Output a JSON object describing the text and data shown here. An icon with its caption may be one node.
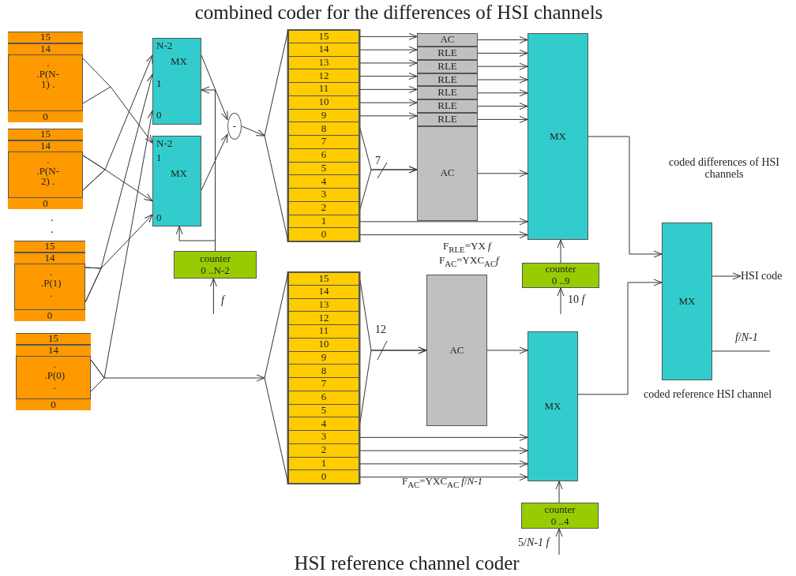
{
  "diagram": {
    "title": "combined coder for the differences of HSI channels",
    "caption": "HSI reference channel coder",
    "nodes": [
      {
        "text": [
          ". .P(N-1) ."
        ]
      },
      {
        "text": [
          "15"
        ],
        "in": 0
      },
      {
        "text": [
          "14"
        ],
        "in": 0
      },
      {
        "text": [
          "0"
        ],
        "in": 0
      },
      {
        "text": [
          ". .P(N-2) ."
        ]
      },
      {
        "text": [
          "15"
        ],
        "in": 4
      },
      {
        "text": [
          "14"
        ],
        "in": 4
      },
      {
        "text": [
          "0"
        ],
        "in": 4
      },
      {
        "text": [
          ". .P(1) ."
        ]
      },
      {
        "text": [
          "15"
        ],
        "in": 8
      },
      {
        "text": [
          "14"
        ],
        "in": 8
      },
      {
        "text": [
          "0"
        ],
        "in": 8
      },
      {
        "text": [
          ". .P(0) ."
        ]
      },
      {
        "text": [
          "15"
        ],
        "in": 12
      },
      {
        "text": [
          "14"
        ],
        "in": 12
      },
      {
        "text": [
          "0"
        ],
        "in": 12
      },
      {
        "text": [
          "N-2",
          "MX",
          "1",
          "0"
        ]
      },
      {
        "text": [
          "N-2",
          "1",
          "MX",
          "0"
        ]
      },
      {
        "text": [
          "counter",
          "0 ..N-2"
        ]
      },
      {
        "text": [
          "-"
        ]
      },
      {
        "text": [],
        "shape": "box"
      },
      {
        "text": [
          "15"
        ],
        "in": 20
      },
      {
        "text": [
          "14"
        ],
        "in": 20
      },
      {
        "text": [
          "13"
        ],
        "in": 20
      },
      {
        "text": [
          "12"
        ],
        "in": 20
      },
      {
        "text": [
          "11"
        ],
        "in": 20
      },
      {
        "text": [
          "10"
        ],
        "in": 20
      },
      {
        "text": [
          "9"
        ],
        "in": 20
      },
      {
        "text": [
          "8"
        ],
        "in": 20
      },
      {
        "text": [
          "7"
        ],
        "in": 20
      },
      {
        "text": [
          "6"
        ],
        "in": 20
      },
      {
        "text": [
          "5"
        ],
        "in": 20
      },
      {
        "text": [
          "4"
        ],
        "in": 20
      },
      {
        "text": [
          "3"
        ],
        "in": 20
      },
      {
        "text": [
          "2"
        ],
        "in": 20
      },
      {
        "text": [
          "1"
        ],
        "in": 20
      },
      {
        "text": [
          "0"
        ],
        "in": 20
      },
      {
        "text": [
          "AC"
        ]
      },
      {
        "text": [
          "RLE"
        ]
      },
      {
        "text": [
          "RLE"
        ]
      },
      {
        "text": [
          "RLE"
        ]
      },
      {
        "text": [
          "RLE"
        ]
      },
      {
        "text": [
          "RLE"
        ]
      },
      {
        "text": [
          "RLE"
        ]
      },
      {
        "text": [
          "AC"
        ]
      },
      {
        "text": [
          "MX"
        ]
      },
      {
        "text": [
          "counter",
          "0 ..9"
        ]
      },
      {
        "text": [],
        "shape": "box"
      },
      {
        "text": [
          "15"
        ],
        "in": 47
      },
      {
        "text": [
          "14"
        ],
        "in": 47
      },
      {
        "text": [
          "13"
        ],
        "in": 47
      },
      {
        "text": [
          "12"
        ],
        "in": 47
      },
      {
        "text": [
          "11"
        ],
        "in": 47
      },
      {
        "text": [
          "10"
        ],
        "in": 47
      },
      {
        "text": [
          "9"
        ],
        "in": 47
      },
      {
        "text": [
          "8"
        ],
        "in": 47
      },
      {
        "text": [
          "7"
        ],
        "in": 47
      },
      {
        "text": [
          "6"
        ],
        "in": 47
      },
      {
        "text": [
          "5"
        ],
        "in": 47
      },
      {
        "text": [
          "4"
        ],
        "in": 47
      },
      {
        "text": [
          "3"
        ],
        "in": 47
      },
      {
        "text": [
          "2"
        ],
        "in": 47
      },
      {
        "text": [
          "1"
        ],
        "in": 47
      },
      {
        "text": [
          "0"
        ],
        "in": 47
      },
      {
        "text": [
          "AC"
        ]
      },
      {
        "text": [
          "MX"
        ]
      },
      {
        "text": [
          "counter",
          "0 ..4"
        ]
      },
      {
        "text": [
          "MX"
        ]
      },
      {
        "text": [
          "HSI code"
        ]
      }
    ],
    "edges": [
      {
        "from": 0,
        "to": 17,
        "arrow": "to"
      },
      {
        "from": 4,
        "to": 16,
        "arrow": "to"
      },
      {
        "from": 4,
        "to": 17,
        "arrow": "to"
      },
      {
        "from": 8,
        "to": 16,
        "arrow": "to"
      },
      {
        "from": 8,
        "to": 17,
        "arrow": "to"
      },
      {
        "from": 12,
        "to": 16,
        "arrow": "to"
      },
      {
        "from": 12,
        "to": 47,
        "arrow": "to"
      },
      {
        "from": null,
        "to": 18,
        "arrow": "to",
        "label": "*f*"
      },
      {
        "from": 18,
        "to": 16,
        "arrow": "to"
      },
      {
        "from": 18,
        "to": 17,
        "arrow": "to"
      },
      {
        "from": 16,
        "to": 19,
        "arrow": "to"
      },
      {
        "from": 17,
        "to": 19,
        "arrow": "to"
      },
      {
        "from": 19,
        "to": 20,
        "arrow": "to"
      },
      {
        "from": 21,
        "to": 37,
        "arrow": "to"
      },
      {
        "from": 22,
        "to": 38,
        "arrow": "to"
      },
      {
        "from": 23,
        "to": 39,
        "arrow": "to"
      },
      {
        "from": 24,
        "to": 40,
        "arrow": "to"
      },
      {
        "from": 25,
        "to": 41,
        "arrow": "to"
      },
      {
        "from": 26,
        "to": 42,
        "arrow": "to"
      },
      {
        "from": 27,
        "to": 43,
        "arrow": "to"
      },
      {
        "from": 28,
        "to": 44,
        "arrow": "to",
        "label": "7"
      },
      {
        "from": 34,
        "to": 44,
        "arrow": "to"
      },
      {
        "from": 35,
        "to": 45,
        "arrow": "to"
      },
      {
        "from": 36,
        "to": 45,
        "arrow": "to"
      },
      {
        "from": 37,
        "to": 45,
        "arrow": "to"
      },
      {
        "from": 38,
        "to": 45,
        "arrow": "to"
      },
      {
        "from": 39,
        "to": 45,
        "arrow": "to"
      },
      {
        "from": 40,
        "to": 45,
        "arrow": "to"
      },
      {
        "from": 41,
        "to": 45,
        "arrow": "to"
      },
      {
        "from": 42,
        "to": 45,
        "arrow": "to"
      },
      {
        "from": 43,
        "to": 45,
        "arrow": "to"
      },
      {
        "from": 44,
        "to": 45,
        "arrow": "to"
      },
      {
        "from": null,
        "to": 46,
        "arrow": "to",
        "label": "10 *f*"
      },
      {
        "from": 46,
        "to": 45,
        "arrow": "to"
      },
      {
        "from": 45,
        "to": 67,
        "arrow": "to"
      },
      {
        "from": 48,
        "to": 64,
        "arrow": "to",
        "label": "12"
      },
      {
        "from": 59,
        "to": 64,
        "arrow": "to"
      },
      {
        "from": 60,
        "to": 65,
        "arrow": "to"
      },
      {
        "from": 61,
        "to": 65,
        "arrow": "to"
      },
      {
        "from": 62,
        "to": 65,
        "arrow": "to"
      },
      {
        "from": 63,
        "to": 65,
        "arrow": "to"
      },
      {
        "from": 64,
        "to": 65,
        "arrow": "to"
      },
      {
        "from": null,
        "to": 66,
        "arrow": "to",
        "label": "5/*N-1* *f*"
      },
      {
        "from": 66,
        "to": 65,
        "arrow": "to"
      },
      {
        "from": 65,
        "to": 67,
        "arrow": "to"
      },
      {
        "from": null,
        "to": 67,
        "arrow": "to",
        "label": "*f*/*N-1*"
      },
      {
        "from": 67,
        "to": 68,
        "arrow": "to"
      }
    ],
    "labels": [
      "coded differences of HSI channels",
      ".",
      ".",
      "F$_{RLE}$=YX *f*",
      "F$_{AC}$=YXC$_{AC}$*f*",
      "coded reference HSI channel",
      "F$_{AC}$=YXC$_{AC}$ *f*/*N-1*"
    ]
  }
}
